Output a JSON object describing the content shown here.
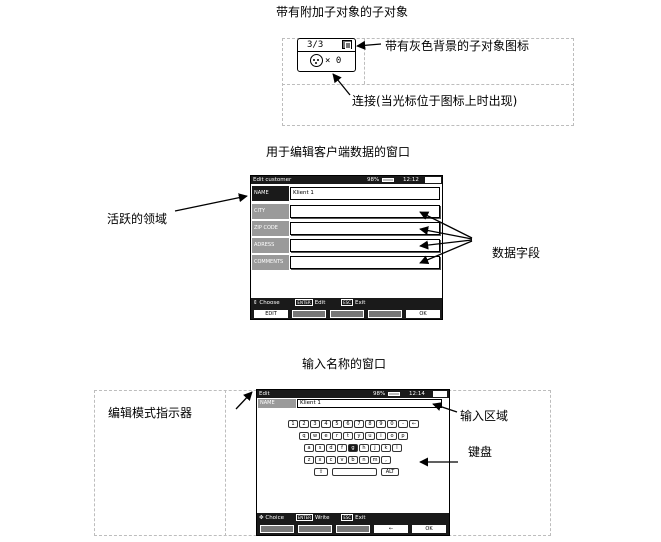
{
  "section1": {
    "title": "带有附加子对象的子对象",
    "counter": "3/3",
    "count": "× 0",
    "annotation_icon": "带有灰色背景的子对象图标",
    "annotation_link": "连接(当光标位于图标上时出现)"
  },
  "section2": {
    "title": "用于编辑客户端数据的窗口",
    "annotation_active": "活跃的领域",
    "annotation_fields": "数据字段",
    "screen": {
      "title": "Edit customer",
      "battery": "98%",
      "time": "12:12",
      "fields": [
        {
          "label": "NAME",
          "value": "Klient 1"
        },
        {
          "label": "CITY",
          "value": ""
        },
        {
          "label": "ZIP CODE",
          "value": ""
        },
        {
          "label": "ADRESS",
          "value": ""
        },
        {
          "label": "COMMENTS",
          "value": ""
        }
      ],
      "hint_choose": "Choose",
      "hint_enter_key": "ENTER",
      "hint_edit": "Edit",
      "hint_esc_key": "ESC",
      "hint_exit": "Exit",
      "btn_edit": "EDIT",
      "btn_ok": "OK"
    }
  },
  "section3": {
    "title": "输入名称的窗口",
    "annotation_mode": "编辑模式指示器",
    "annotation_input": "输入区域",
    "annotation_keyboard": "键盘",
    "screen": {
      "title": "Edit",
      "battery": "98%",
      "time": "12:14",
      "name_label": "NAME",
      "name_value": "Klient 1",
      "keyboard_rows": [
        [
          "1",
          "2",
          "3",
          "4",
          "5",
          "6",
          "7",
          "8",
          "9",
          "0",
          "-",
          "←"
        ],
        [
          "q",
          "w",
          "e",
          "r",
          "t",
          "y",
          "u",
          "i",
          "o",
          "p"
        ],
        [
          "a",
          "s",
          "d",
          "f",
          "g",
          "h",
          "j",
          "k",
          "l"
        ],
        [
          "z",
          "x",
          "c",
          "v",
          "b",
          "n",
          "m",
          ","
        ]
      ],
      "key_alt": "ALT",
      "key_shift": "⇧",
      "hint_choose": "Choice",
      "hint_enter_key": "ENTER",
      "hint_write": "Write",
      "hint_esc_key": "ESC",
      "hint_exit": "Exit",
      "btn_arrow": "←",
      "btn_ok": "OK"
    }
  }
}
